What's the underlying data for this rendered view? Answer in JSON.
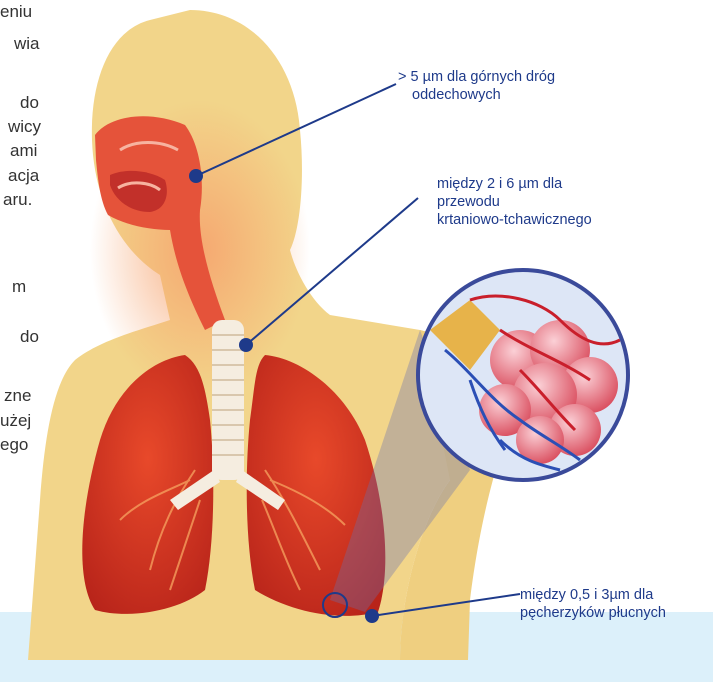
{
  "left_text_fragments": [
    "eniu",
    "wia",
    "do",
    "wicy",
    "ami",
    "acja",
    "aru.",
    "m",
    "do",
    "zne",
    "użej",
    "ego"
  ],
  "callouts": {
    "upper_airways": {
      "line1": "> 5 µm dla górnych dróg",
      "line2": "oddechowych"
    },
    "trachea": {
      "line1": "między 2 i 6 µm dla",
      "line2": "przewodu",
      "line3": "krtaniowo-tchawicznego"
    },
    "alveoli": {
      "line1": "między 0,5 i 3µm dla",
      "line2": "pęcherzyków płucnych"
    }
  },
  "colors": {
    "skin": "#f2d58a",
    "lung": "#d9341f",
    "airway": "#f08a5d",
    "callout_line": "#1e3a8a",
    "band": "#dcf0fa"
  }
}
